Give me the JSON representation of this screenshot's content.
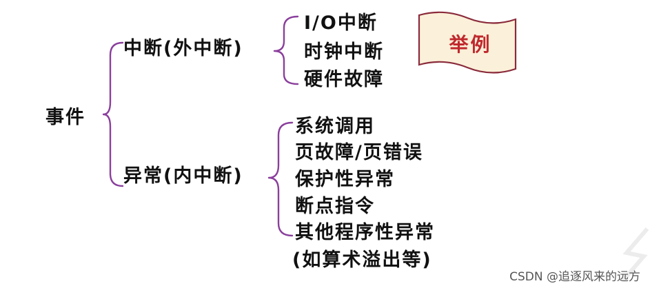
{
  "root": "事件",
  "interrupt": {
    "label": "中断(外中断)",
    "items": [
      "I/O中断",
      "时钟中断",
      "硬件故障"
    ]
  },
  "exception": {
    "label": "异常(内中断)",
    "items": [
      "系统调用",
      "页故障/页错误",
      "保护性异常",
      "断点指令",
      "其他程序性异常",
      "(如算术溢出等)"
    ]
  },
  "flag": {
    "text": "举例"
  },
  "watermark": "CSDN @追逐风来的远方",
  "colors": {
    "brace": "#8a3f9c",
    "flag_fill": "#fbf0d9",
    "flag_border": "#8a2a3a",
    "flag_text": "#c0282d"
  }
}
